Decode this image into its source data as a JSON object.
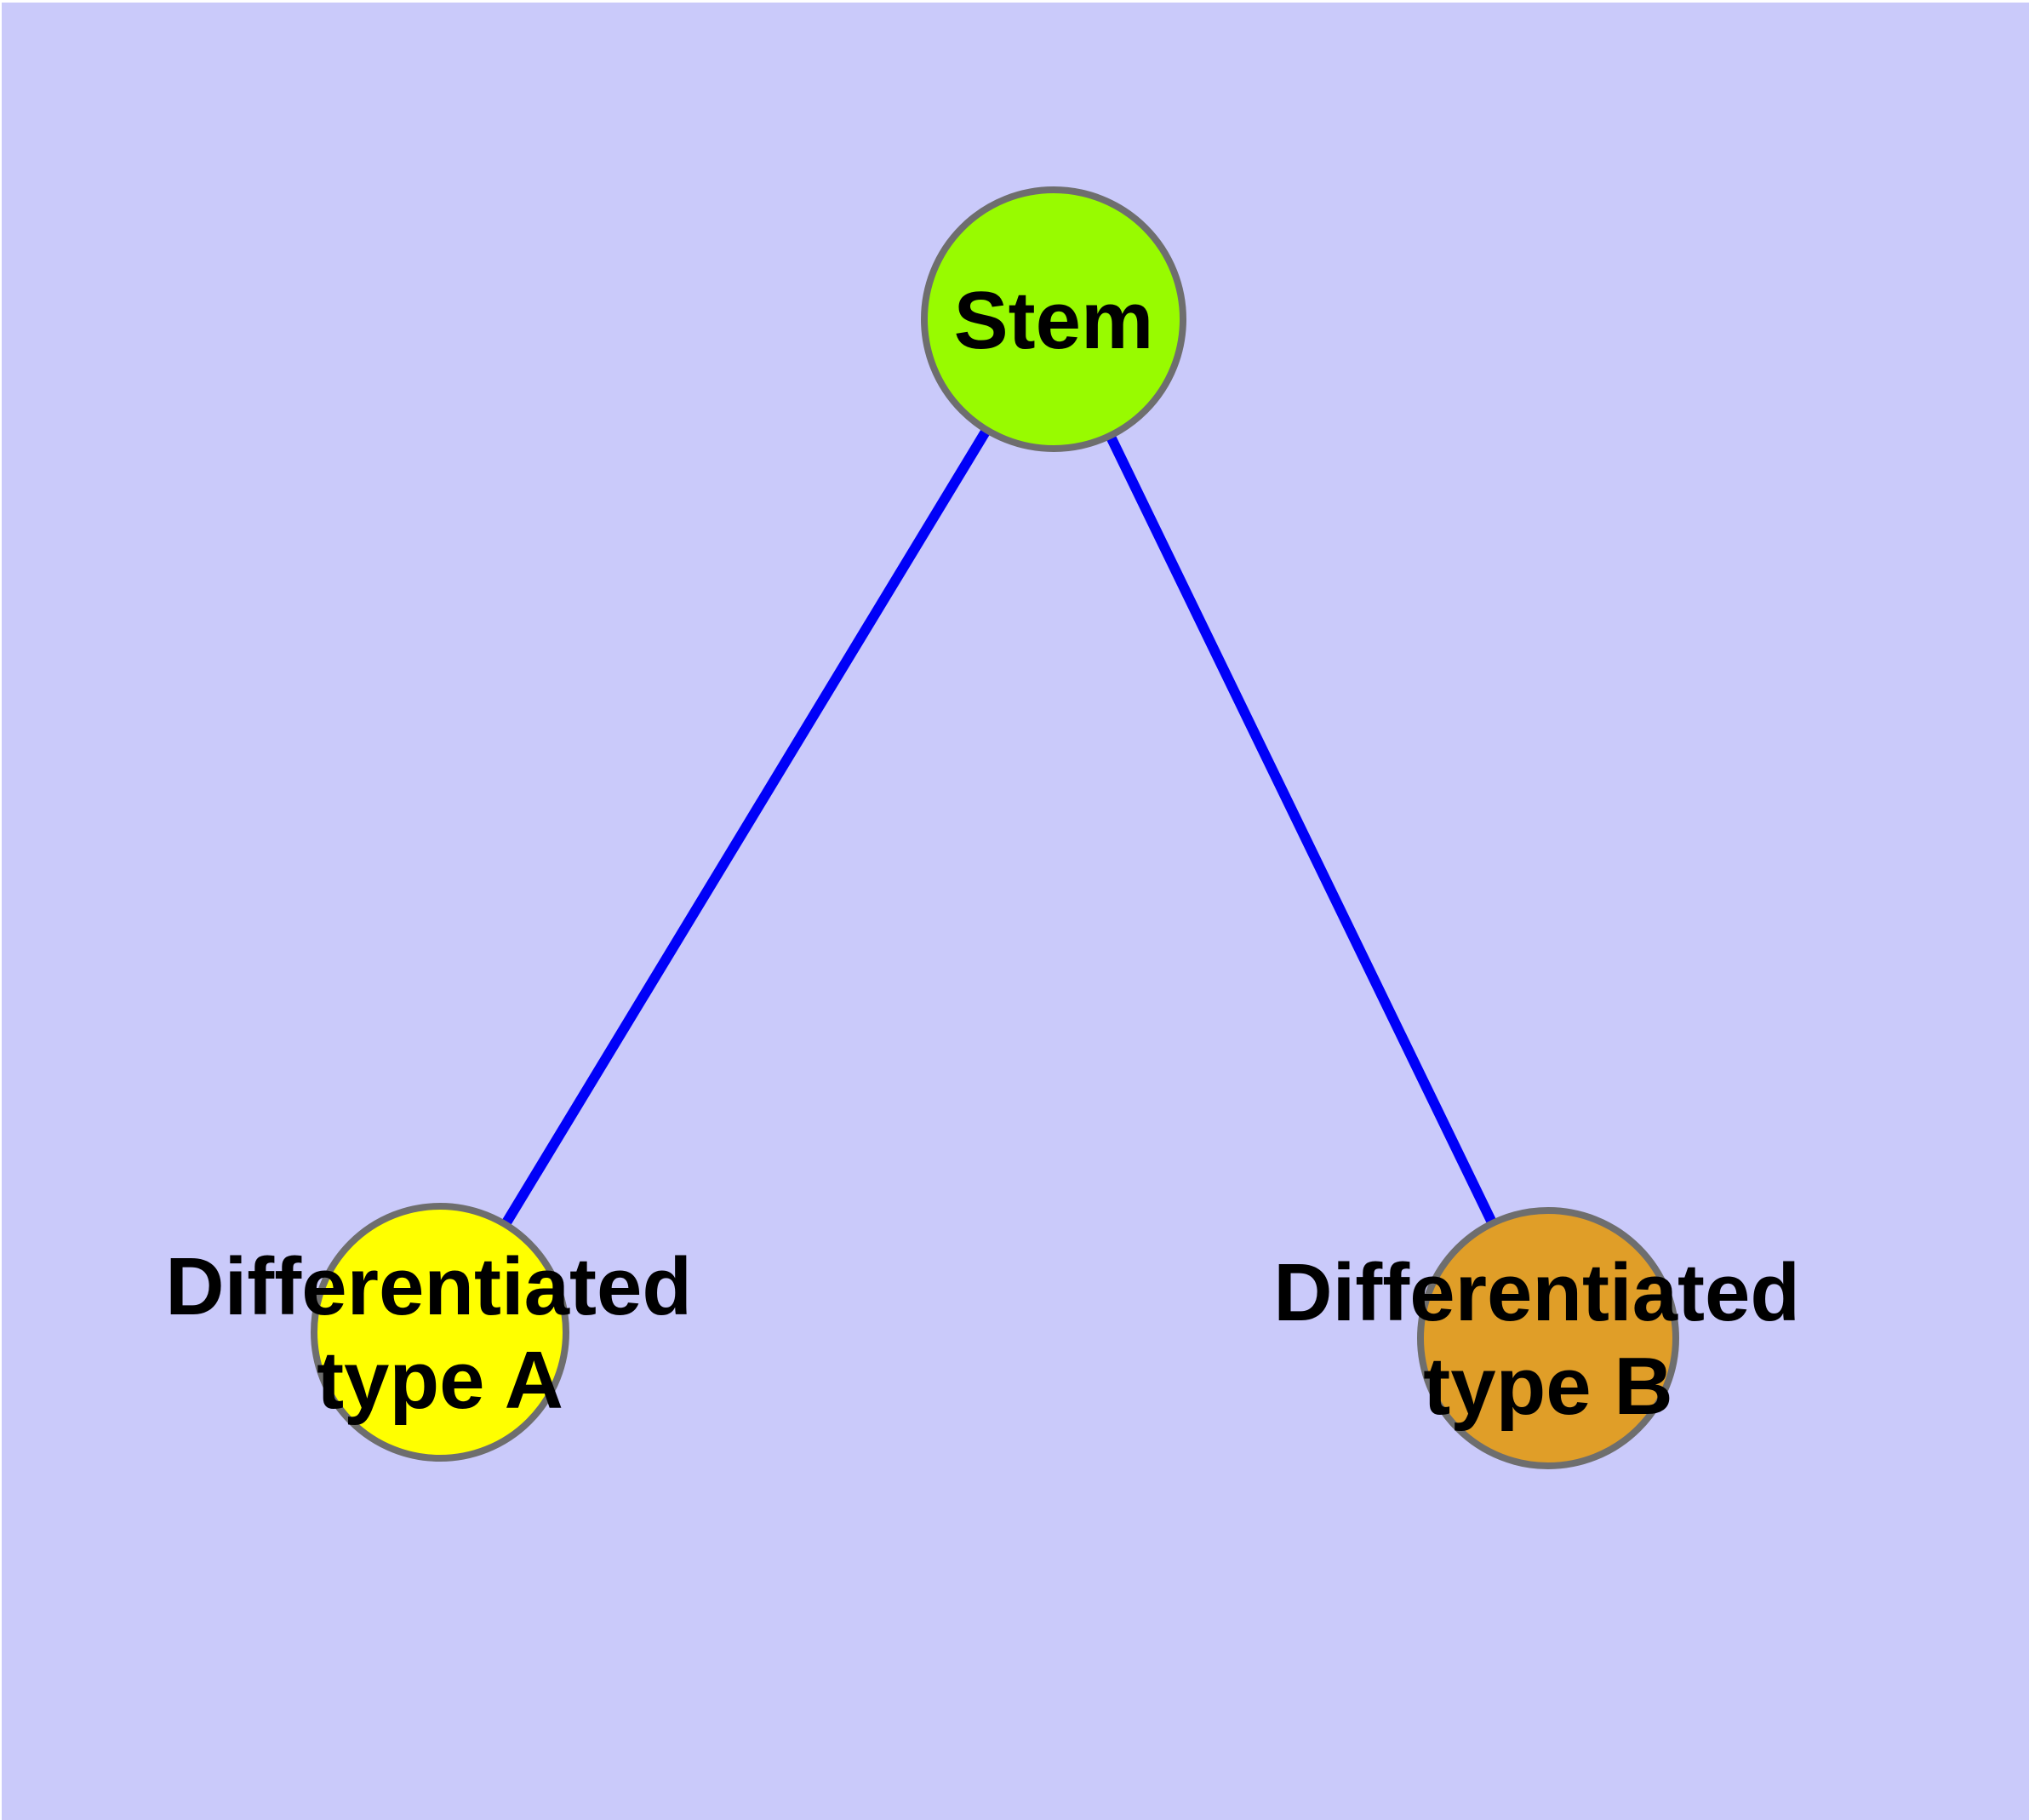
{
  "canvas": {
    "background": "#CACAFA",
    "frame_color": "#FFFFFF"
  },
  "graph": {
    "nodes": {
      "stem": {
        "label": "Stem",
        "fill": "#98FB00",
        "border": "#6E6E6E"
      },
      "type_a": {
        "lines": [
          "Differentiated",
          "type A"
        ],
        "fill": "#FFFF00",
        "border": "#6E6E6E"
      },
      "type_b": {
        "lines": [
          "Differentiated",
          "type B"
        ],
        "fill": "#E09E28",
        "border": "#6E6E6E"
      }
    },
    "edges": [
      {
        "from": "Stem",
        "to": "Differentiated type A",
        "color": "#0000F8"
      },
      {
        "from": "Stem",
        "to": "Differentiated type B",
        "color": "#0000F8"
      }
    ]
  }
}
